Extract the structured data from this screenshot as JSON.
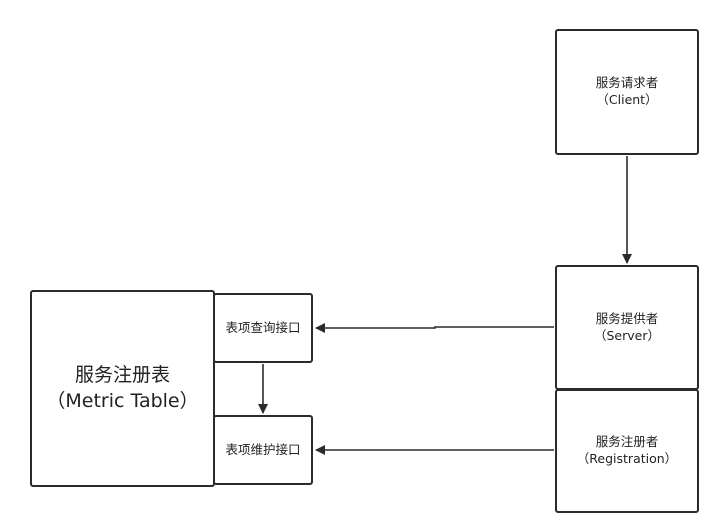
{
  "client": {
    "line1": "服务请求者",
    "line2": "（Client）"
  },
  "server": {
    "line1": "服务提供者",
    "line2": "（Server）"
  },
  "registration": {
    "line1": "服务注册者",
    "line2": "（Registration）"
  },
  "metric_table": {
    "line1": "服务注册表",
    "line2": "（Metric Table）"
  },
  "query_interface": {
    "label": "表项查询接口"
  },
  "maintain_interface": {
    "label": "表项维护接口"
  },
  "colors": {
    "stroke": "#2b2b2b",
    "background": "#ffffff",
    "text": "#222222"
  }
}
